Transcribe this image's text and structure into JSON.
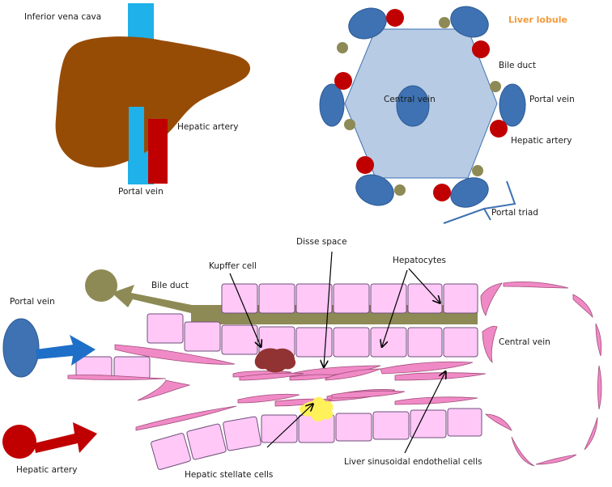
{
  "colors": {
    "liver": "#974c06",
    "ivc": "#1fb1ea",
    "hepatic_artery": "#c00000",
    "portal_vein": "#3e72b2",
    "bile_duct": "#8e8a55",
    "lobule": "#b8cbe4",
    "hepatocyte": "#ffc8f7",
    "endothelial": "#f08ac6",
    "kupffer": "#923333",
    "stellate": "#fff15a",
    "arrow_blue": "#1e6fc8",
    "arrow_red": "#c00000",
    "title_orange": "#f39a3c"
  },
  "liver_diagram": {
    "ivc_label": "Inferior vena cava",
    "hepatic_artery_label": "Hepatic artery",
    "portal_vein_label": "Portal vein"
  },
  "lobule_diagram": {
    "title": "Liver lobule",
    "central_vein_label": "Central vein",
    "bile_duct_label": "Bile duct",
    "portal_vein_label": "Portal vein",
    "hepatic_artery_label": "Hepatic artery",
    "portal_triad_label": "Portal triad"
  },
  "sinusoid_diagram": {
    "disse_space_label": "Disse space",
    "kupffer_cell_label": "Kupffer cell",
    "hepatocytes_label": "Hepatocytes",
    "bile_duct_label": "Bile duct",
    "portal_vein_label": "Portal vein",
    "central_vein_label": "Central vein",
    "hepatic_artery_label": "Hepatic artery",
    "stellate_label": "Hepatic stellate cells",
    "lsec_label": "Liver sinusoidal endothelial cells"
  }
}
